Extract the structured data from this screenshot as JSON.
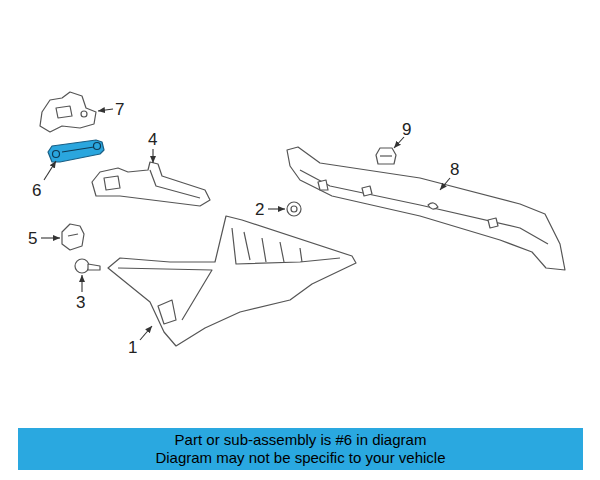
{
  "diagram": {
    "nodes": [
      {
        "text": [
          "Part or sub-assembly is #6 in diagram",
          "Diagram may not be specific to your vehicle"
        ]
      }
    ],
    "labels": [
      "7",
      "4",
      "6",
      "9",
      "8",
      "2",
      "5",
      "3",
      "1"
    ]
  }
}
